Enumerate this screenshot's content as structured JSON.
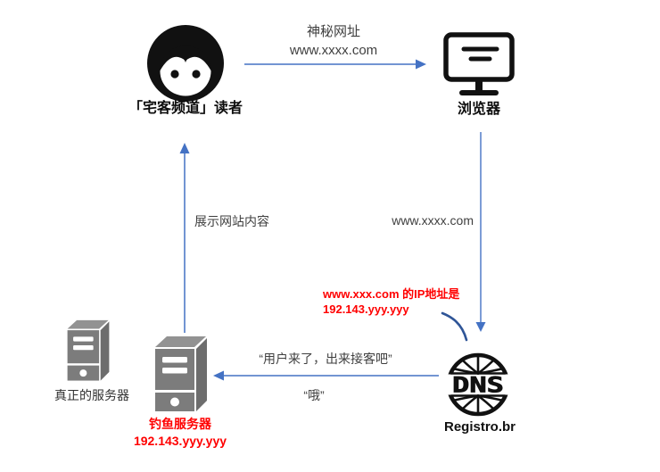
{
  "diagram": {
    "title_semantic": "dns-hijack-phishing-flow",
    "colors": {
      "background": "#ffffff",
      "arrow": "#4472c4",
      "callout_curve": "#2f5597",
      "alert_red": "#ff0000",
      "icon_black": "#111111",
      "server_front": "#7c7c7c",
      "server_top": "#929292",
      "server_side": "#6d6d6d",
      "label_text": "#3f3f3f"
    },
    "nodes": {
      "reader": {
        "label": "「宅客频道」读者",
        "icon": "person-icon"
      },
      "browser": {
        "label": "浏览器",
        "icon": "monitor-icon"
      },
      "dns": {
        "label": "Registro.br",
        "icon": "dns-globe-icon"
      },
      "phishing_server": {
        "label": "钓鱼服务器",
        "sublabel": "192.143.yyy.yyy",
        "icon": "server-icon"
      },
      "real_server": {
        "label": "真正的服务器",
        "icon": "server-icon"
      }
    },
    "edges": {
      "reader_to_browser": {
        "line1": "神秘网址",
        "line2": "www.xxxx.com"
      },
      "browser_to_dns": {
        "label": "www.xxxx.com"
      },
      "dns_response": {
        "line1": "www.xxx.com 的IP地址是",
        "line2": "192.143.yyy.yyy"
      },
      "dns_to_phishing": {
        "above": "“用户来了，出来接客吧”",
        "below": "“哦”"
      },
      "phishing_to_reader": {
        "label": "展示网站内容"
      }
    }
  }
}
